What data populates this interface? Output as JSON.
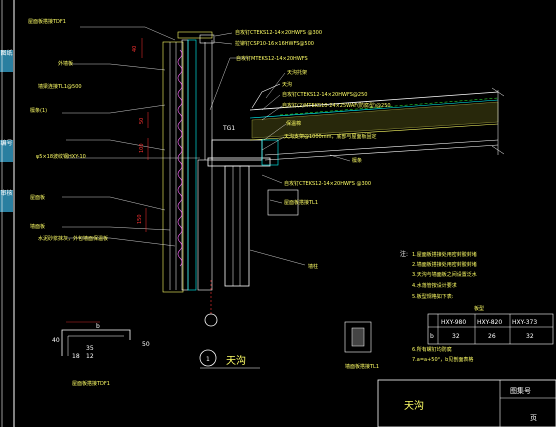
{
  "sidebar": {
    "tabs": [
      "图纸",
      "编号",
      "审核"
    ]
  },
  "labels": {
    "a": "屋面板搭接TDF1",
    "b": "自攻钉CTEKS12-14×20HWFS @300",
    "c": "拉铆钉CSP10-16×16HWFS@500",
    "d": "外墙板",
    "e": "自攻钉MTEKS12-14×20HWFS",
    "f": "天沟托架",
    "g": "墙梁连接TL1@500",
    "h": "天沟",
    "i": "自攻钉CTEKS12-14×20HWFS@250",
    "j": "自攻钉(2)MTEKS10-24×25WAF(防腐型)@250",
    "k": "保温棉",
    "l": "檩条(1)",
    "m": "ψ5×18波纹钢HXY-10",
    "n": "天沟支架@1000mm，底部与屋面板固定",
    "o": "檩条",
    "p": "屋面板",
    "q": "自攻钉CTEKS12-14×20HWFS @300",
    "r": "屋面板搭接TL1",
    "s": "墙面板",
    "t": "水泥砂浆抹灰，外包墙面保温板",
    "u": "墙柱",
    "tg": "TG1",
    "h40": "40",
    "h50": "50",
    "h100": "100",
    "h150": "150"
  },
  "notes": {
    "title": "注:",
    "items": [
      "1.屋面板搭接处用密封胶封堵",
      "2.墙面板搭接处用密封胶封堵",
      "3.天沟与墙面板之间设置泛水",
      "4.水落管按设计要求",
      "5.板型规格如下表:"
    ],
    "after": [
      "6.所有螺钉均防腐",
      "7.a=a+50°，b见剖面表格"
    ]
  },
  "table": {
    "caption": "板型",
    "headers": [
      "HXY-980",
      "HXY-820",
      "HXY-373"
    ],
    "row_label": "b",
    "values": [
      "32",
      "26",
      "32"
    ]
  },
  "detail_small": {
    "label": "屋面板搭接TDF1",
    "d40": "40",
    "db": "b",
    "d35": "35",
    "d12": "12",
    "d18": "18",
    "d50": "50"
  },
  "section_mark": {
    "number": "1",
    "title": "天沟"
  },
  "small_section_label": "墙面板搭接TL1",
  "title_block": {
    "drawing_title": "天沟",
    "header_right": "图集号",
    "page_label": "页"
  }
}
